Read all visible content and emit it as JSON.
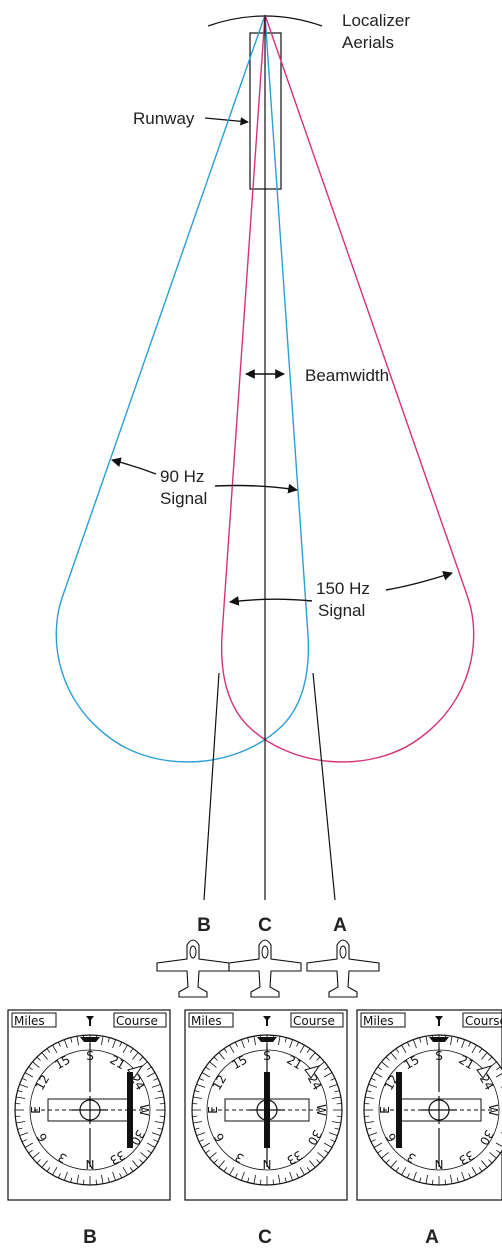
{
  "labels": {
    "aerials_line1": "Localizer",
    "aerials_line2": "Aerials",
    "runway": "Runway",
    "beamwidth": "Beamwidth",
    "hz90_line1": "90 Hz",
    "hz90_line2": "Signal",
    "hz150_line1": "150 Hz",
    "hz150_line2": "Signal"
  },
  "colors": {
    "signal_90": "#2a9fd4",
    "signal_150": "#d4337a",
    "line": "#111111"
  },
  "aircraft": [
    {
      "label": "B"
    },
    {
      "label": "C"
    },
    {
      "label": "A"
    }
  ],
  "instruments": [
    {
      "label": "B",
      "miles": "Miles",
      "course": "Course",
      "needle": "right"
    },
    {
      "label": "C",
      "miles": "Miles",
      "course": "Course",
      "needle": "center"
    },
    {
      "label": "A",
      "miles": "Miles",
      "course": "Course",
      "needle": "left"
    }
  ],
  "dial_labels": {
    "north": "N",
    "south": "S",
    "east": "E",
    "west": "W",
    "marks": [
      "3",
      "6",
      "12",
      "15",
      "21",
      "24",
      "30",
      "33"
    ]
  }
}
